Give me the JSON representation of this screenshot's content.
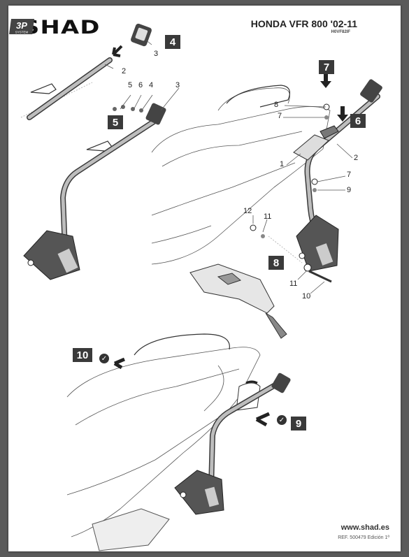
{
  "header": {
    "brand": "SHAD",
    "model": "HONDA VFR 800 '02-11",
    "code": "H0VF82IF",
    "badge": "3P",
    "badge_sub": "SYSTEM"
  },
  "steps": {
    "s4": "4",
    "s5": "5",
    "s6": "6",
    "s7": "7",
    "s8": "8",
    "s9": "9",
    "s10": "10"
  },
  "labels": {
    "l3a": "3",
    "l2a": "2",
    "l5": "5",
    "l6": "6",
    "l4": "4",
    "l3b": "3",
    "l8": "8",
    "l7a": "7",
    "l1": "1",
    "l2b": "2",
    "l7b": "7",
    "l9": "9",
    "l12": "12",
    "l11a": "11",
    "l11b": "11",
    "l10": "10"
  },
  "check": "✓",
  "footer": {
    "url": "www.shad.es",
    "ref": "REF. 500479 Edición 1ª"
  }
}
